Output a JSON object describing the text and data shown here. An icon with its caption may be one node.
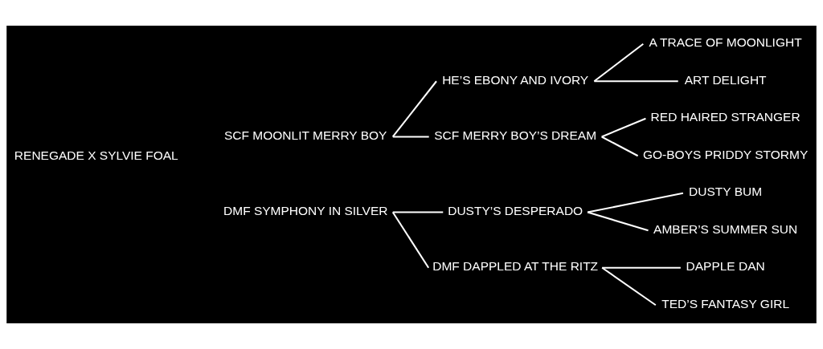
{
  "diagram": {
    "nodes": [
      {
        "text": [
          "SCF MOONLIT MERRY BOY"
        ]
      },
      {
        "text": [
          "HE’S EBONY AND IVORY"
        ]
      },
      {
        "text": [
          "A TRACE OF MOONLIGHT"
        ]
      },
      {
        "text": [
          "ART DELIGHT"
        ]
      },
      {
        "text": [
          "SCF MERRY BOY’S DREAM"
        ]
      },
      {
        "text": [
          "RED HAIRED STRANGER"
        ]
      },
      {
        "text": [
          "GO-BOYS PRIDDY STORMY"
        ]
      },
      {
        "text": [
          "DMF SYMPHONY IN SILVER"
        ]
      },
      {
        "text": [
          "DUSTY’S DESPERADO"
        ]
      },
      {
        "text": [
          "DUSTY BUM"
        ]
      },
      {
        "text": [
          "AMBER’S SUMMER SUN"
        ]
      },
      {
        "text": [
          "DMF DAPPLED AT THE RITZ"
        ]
      },
      {
        "text": [
          "DAPPLE DAN"
        ]
      },
      {
        "text": [
          "TED’S FANTASY GIRL"
        ]
      }
    ],
    "edges": [
      {
        "from": 0,
        "to": 1,
        "arrow": "none"
      },
      {
        "from": 0,
        "to": 4,
        "arrow": "none"
      },
      {
        "from": 1,
        "to": 2,
        "arrow": "none"
      },
      {
        "from": 1,
        "to": 3,
        "arrow": "none"
      },
      {
        "from": 4,
        "to": 5,
        "arrow": "none"
      },
      {
        "from": 4,
        "to": 6,
        "arrow": "none"
      },
      {
        "from": 7,
        "to": 8,
        "arrow": "none"
      },
      {
        "from": 7,
        "to": 11,
        "arrow": "none"
      },
      {
        "from": 8,
        "to": 9,
        "arrow": "none"
      },
      {
        "from": 8,
        "to": 10,
        "arrow": "none"
      },
      {
        "from": 11,
        "to": 12,
        "arrow": "none"
      },
      {
        "from": 11,
        "to": 13,
        "arrow": "none"
      }
    ],
    "labels": [
      "RENEGADE X SYLVIE FOAL"
    ]
  }
}
